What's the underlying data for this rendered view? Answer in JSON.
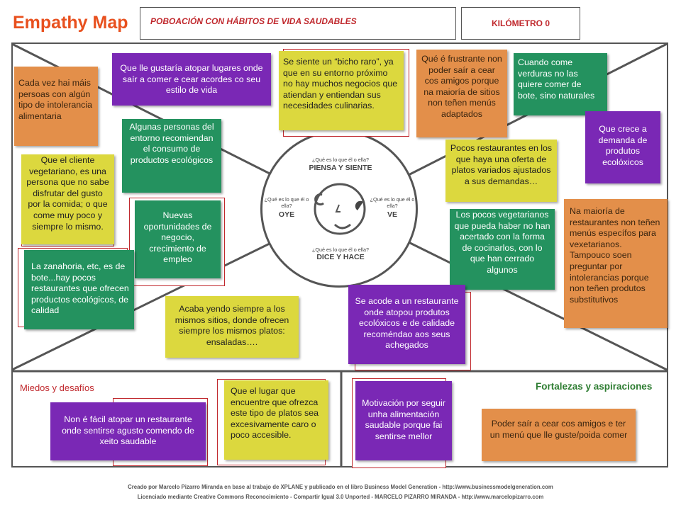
{
  "header": {
    "title": "Empathy Map",
    "subject": "POBOACIÓN CON HÁBITOS DE VIDA SAUDABLES",
    "location": "KILÓMETRO 0"
  },
  "center": {
    "think_question": "¿Qué es lo que él o ella?",
    "think_label": "PIENSA Y SIENTE",
    "hear_question": "¿Qué es lo que él o ella?",
    "hear_label": "OYE",
    "see_question": "¿Qué es lo que él o ella?",
    "see_label": "VE",
    "say_question": "¿Qué es lo que él o ella?",
    "say_label": "DICE Y HACE"
  },
  "notes": {
    "n01": "Cada vez hai máis persoas con algún tipo de intolerancia alimentaria",
    "n02": "Que lle gustaría atopar lugares onde saír a comer e cear acordes co seu estilo de vida",
    "n03": "Se siente un “bicho raro”, ya que en su entorno próximo no hay muchos negocios que atiendan  y entiendan sus necesidades culinarias.",
    "n04": "Qué é frustrante non poder saír a cear cos amigos porque na maioría de sitios non teñen menús adaptados",
    "n05": "Cuando come verduras no las quiere comer de bote, sino naturales",
    "n06": "Que crece a demanda de produtos ecolóxicos",
    "n07": "Algunas personas del entorno recomiendan el consumo de productos ecológicos",
    "n08": "Que el cliente vegetariano, es una persona que no sabe disfrutar del gusto por la comida; o que come muy poco y siempre lo mismo.",
    "n09": "Pocos restaurantes en los que haya una oferta de platos variados ajustados a sus demandas…",
    "n10": "Na maioría de restaurantes non teñen menús específos para vexetarianos. Tampouco soen preguntar por intolerancias porque non teñen produtos substitutivos",
    "n11": "Nuevas oportunidades de negocio, crecimiento de empleo",
    "n12": "Los pocos vegetarianos que pueda haber no han acertado con la forma de cocinarlos, con lo que han cerrado algunos",
    "n13": "La zanahoria, etc, es de bote...hay pocos restaurantes que ofrecen productos ecológicos, de calidad",
    "n14": "Acaba yendo siempre a los mismos sitios, donde ofrecen siempre los mismos platos: ensaladas….",
    "n15": "Se acode a un restaurante onde atopou produtos ecolóxicos e de calidade recoméndao aos seus achegados",
    "n16": "Non é fácil atopar un restaurante onde sentirse agusto comendo de xeito saudable",
    "n17": "Que el lugar que encuentre que ofrezca este tipo de platos sea excesivamente caro o poco accesible.",
    "n18": "Motivación por seguir unha alimentación saudable porque fai sentirse mellor",
    "n19": "Poder saír a cear cos amigos e ter un menú que lle guste/poida comer"
  },
  "sections": {
    "fears": "Miedos y desafíos",
    "strengths": "Fortalezas y aspiraciones"
  },
  "footer": {
    "line1": "Creado por Marcelo Pizarro Miranda en base al trabajo de XPLANE y publicado en el libro Business Model Generation - http://www.businessmodelgeneration.com",
    "line2": "Licenciado mediante Creative Commons Reconocimiento - Compartir Igual 3.0 Unported - MARCELO PIZARRO MIRANDA - http://www.marcelopizarro.com"
  },
  "colors": {
    "title": "#e8501e",
    "purple_note": "#7a28b5",
    "orange_note": "#e38f4a",
    "green_note": "#24925f",
    "yellow_note": "#dcd83e",
    "fears_label": "#c0282d",
    "strengths_label": "#2e7d32"
  },
  "icons": [
    "face-icon"
  ]
}
